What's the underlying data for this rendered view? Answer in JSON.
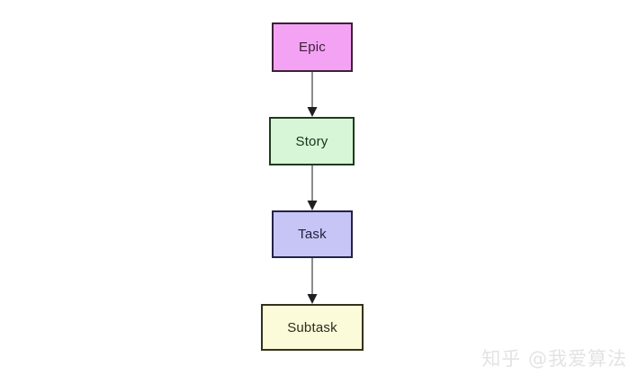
{
  "diagram": {
    "type": "flowchart",
    "direction": "top-to-bottom",
    "title": "",
    "background_color": "#ffffff",
    "nodes": [
      {
        "id": "epic",
        "label": "Epic",
        "fill": "#f4a3f4",
        "stroke": "#3d2038",
        "text_color": "#3d2038"
      },
      {
        "id": "story",
        "label": "Story",
        "fill": "#d7f5d7",
        "stroke": "#1d3b1d",
        "text_color": "#16331b"
      },
      {
        "id": "task",
        "label": "Task",
        "fill": "#c6c5f6",
        "stroke": "#232346",
        "text_color": "#22223f"
      },
      {
        "id": "subtask",
        "label": "Subtask",
        "fill": "#fbfbd9",
        "stroke": "#32321d",
        "text_color": "#2c2c1c"
      }
    ],
    "edges": [
      {
        "from": "epic",
        "to": "story",
        "label": "",
        "color": "#707070",
        "arrowhead": "filled-triangle"
      },
      {
        "from": "story",
        "to": "task",
        "label": "",
        "color": "#707070",
        "arrowhead": "filled-triangle"
      },
      {
        "from": "task",
        "to": "subtask",
        "label": "",
        "color": "#707070",
        "arrowhead": "filled-triangle"
      }
    ]
  },
  "watermark": {
    "text": "知乎 @我爱算法",
    "color": "#e3e3e3"
  }
}
